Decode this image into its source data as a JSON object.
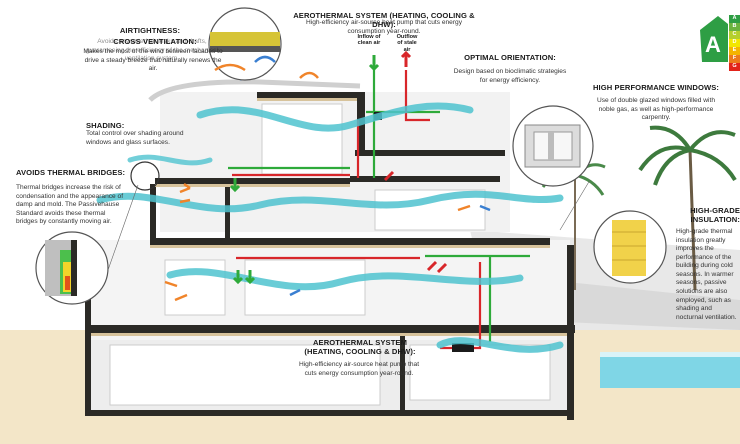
{
  "labels": {
    "airtightness_title": "AIRTIGHTNESS:",
    "airtightness_text": "Avoids unwanted air leaks and drafts, guaranteeing the efficiency of the mechanical ventilation system.",
    "cross_vent_title": "CROSS VENTILATION:",
    "cross_vent_text": "Makes the most of the wind between facades to drive a steady breeze that naturally renews the air.",
    "aero_top_title": "AEROTHERMAL SYSTEM (HEATING, COOLING & DHW):",
    "aero_top_text": "High-efficiency air-source heat pump that cuts energy consumption year-round.",
    "inflow_label": "Inflow of clean air",
    "outflow_label": "Outflow of stale air",
    "orientation_title": "OPTIMAL ORIENTATION:",
    "orientation_text": "Design based on bioclimatic strategies for energy efficiency.",
    "windows_title": "HIGH PERFORMANCE WINDOWS:",
    "windows_text": "Use of double glazed windows filled with noble gas, as well as high-performance carpentry.",
    "shading_title": "SHADING:",
    "shading_text": "Total control over shading around windows and glass surfaces.",
    "thermal_title": "AVOIDS THERMAL BRIDGES:",
    "thermal_text": "Thermal bridges increase the risk of condensation and the appearance of damp and mold. The Passivehause Standard avoids these thermal bridges by constantly moving air.",
    "insulation_title": "HIGH-GRADE INSULATION:",
    "insulation_text": "High-grade thermal insulation greatly improves the performance of the building during cold seasons. In warmer seasons, passive solutions are also employed, such as shading and nocturnal ventilation.",
    "aero_bottom_title": "AEROTHERMAL SYSTEM (HEATING, COOLING & DHW):",
    "aero_bottom_text": "High-efficiency air-source heat pump that cuts energy consumption year-round."
  },
  "energy_rating": {
    "grade": "A",
    "letters": [
      "A",
      "B",
      "C",
      "D",
      "E",
      "F",
      "G"
    ],
    "colors": [
      "#2e9e44",
      "#6cb33e",
      "#b5cf2d",
      "#f2e600",
      "#f4b400",
      "#ec7a1c",
      "#e2231a"
    ]
  },
  "colors": {
    "airflow": "#4fc3cf",
    "warm_air": "#f0842a",
    "cool_air": "#3a7fd1",
    "supply_duct": "#2eaa3a",
    "return_duct": "#d8262a",
    "wall": "#2b2a26",
    "sand": "#f3e6c8"
  }
}
